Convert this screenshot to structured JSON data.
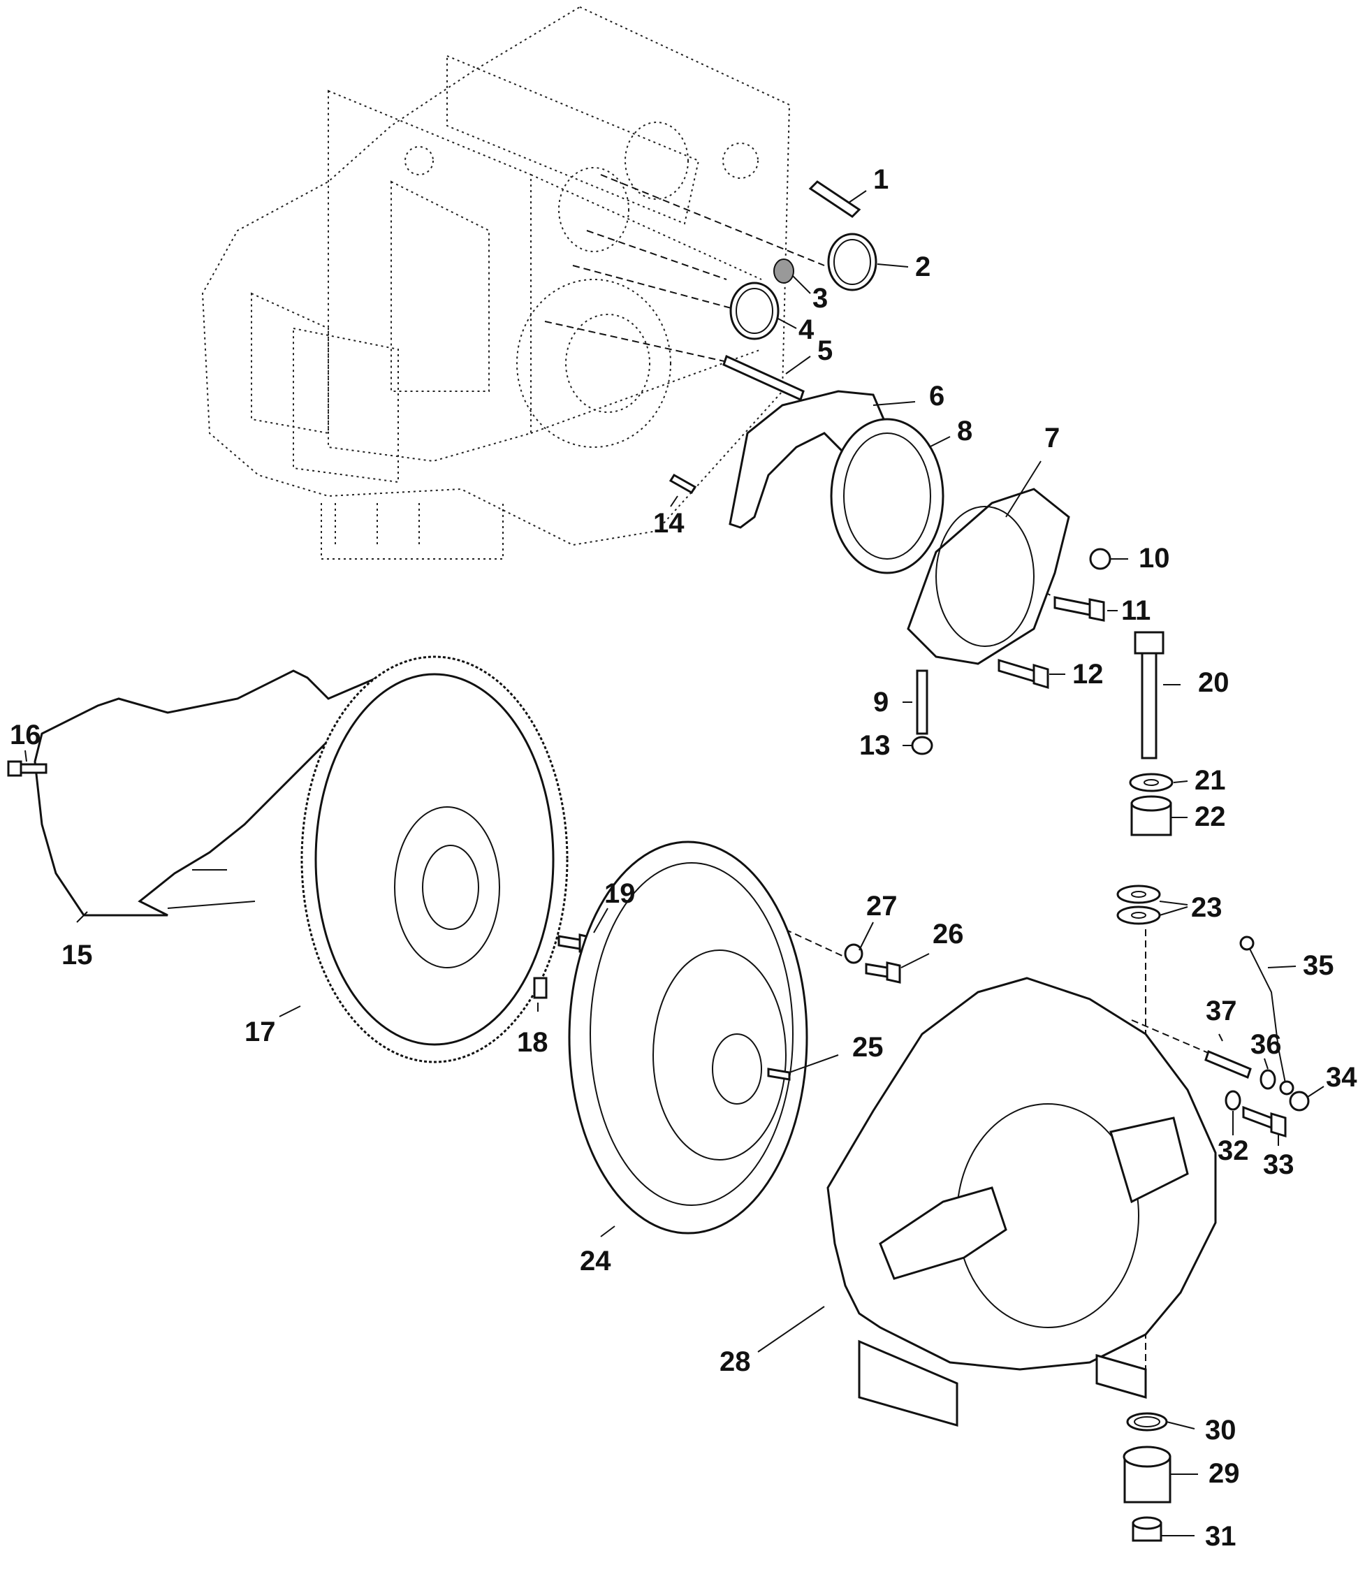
{
  "diagram": {
    "callouts": [
      "1",
      "2",
      "3",
      "4",
      "5",
      "6",
      "7",
      "8",
      "9",
      "10",
      "11",
      "12",
      "13",
      "14",
      "15",
      "16",
      "17",
      "18",
      "19",
      "20",
      "21",
      "22",
      "23",
      "24",
      "25",
      "26",
      "27",
      "28",
      "29",
      "30",
      "31",
      "32",
      "33",
      "34",
      "35",
      "36",
      "37"
    ]
  }
}
